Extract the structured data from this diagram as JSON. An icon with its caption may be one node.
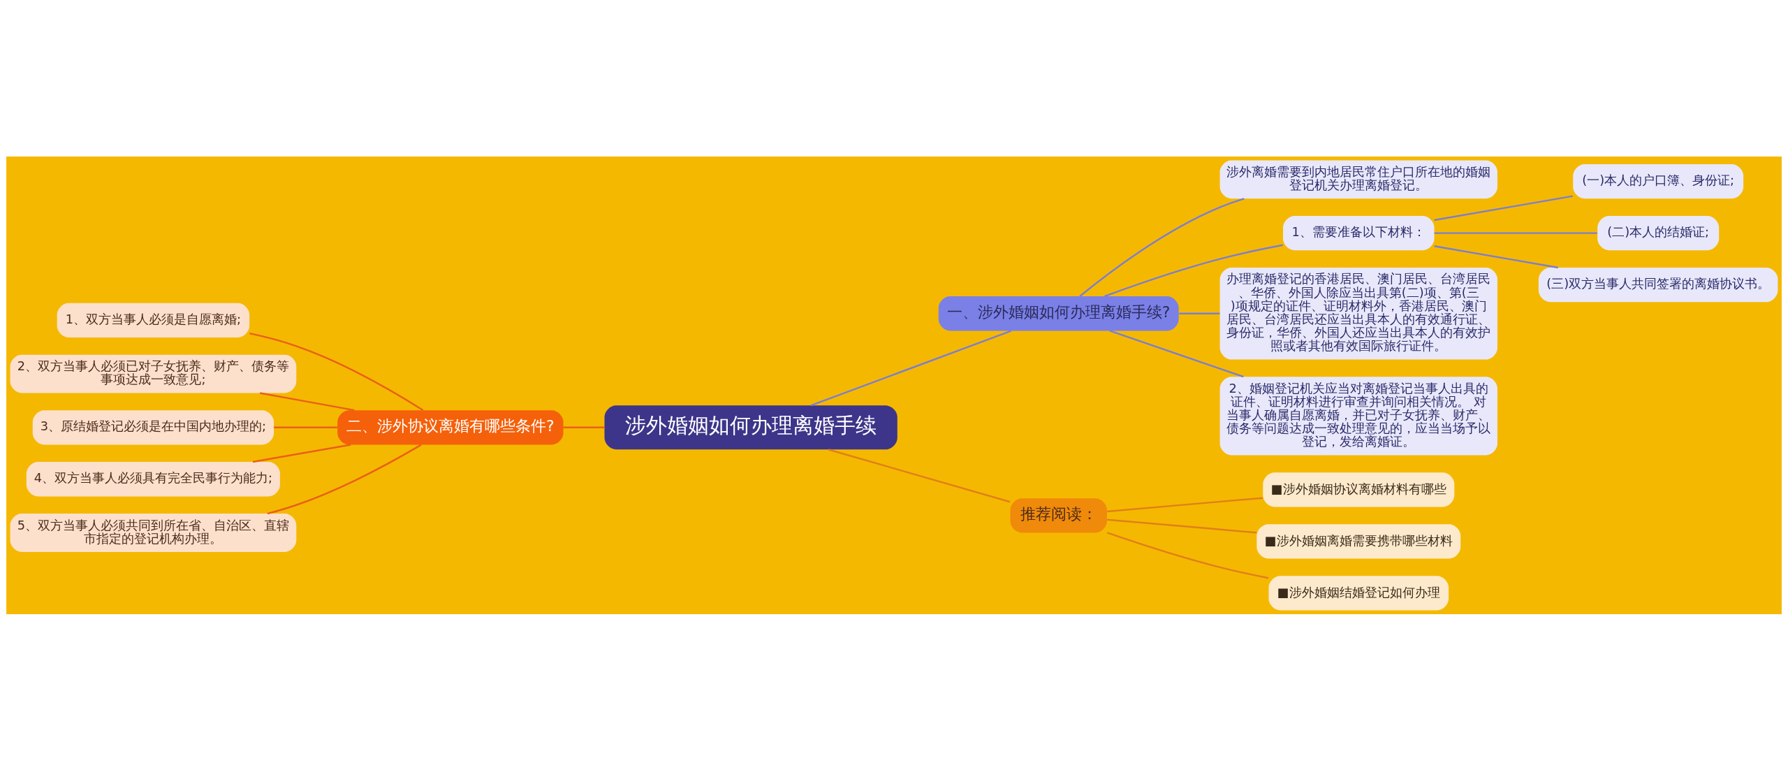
{
  "diagram": {
    "nodes": [
      {
        "text": [
          "涉外婚姻如何办理离婚手续"
        ]
      },
      {
        "text": [
          "一、涉外婚姻如何办理离婚手续?"
        ]
      },
      {
        "text": [
          "涉外离婚需要到内地居民常住户口所在地的婚姻登记机关办理离婚登记。"
        ]
      },
      {
        "text": [
          "1、需要准备以下材料："
        ]
      },
      {
        "text": [
          "(一)本人的户口簿、身份证;"
        ]
      },
      {
        "text": [
          "(二)本人的结婚证;"
        ]
      },
      {
        "text": [
          "(三)双方当事人共同签署的离婚协议书。"
        ]
      },
      {
        "text": [
          "办理离婚登记的香港居民、澳门居民、台湾居民、华侨、外国人除应当出具第(二)项、第(三)项规定的证件、证明材料外，香港居民、澳门居民、台湾居民还应当出具本人的有效通行证、身份证，华侨、外国人还应当出具本人的有效护照或者其他有效国际旅行证件。"
        ]
      },
      {
        "text": [
          "2、婚姻登记机关应当对离婚登记当事人出具的证件、证明材料进行审查并询问相关情况。 对当事人确属自愿离婚，并已对子女抚养、财产、债务等问题达成一致处理意见的，应当当场予以登记，发给离婚证。"
        ]
      },
      {
        "text": [
          "二、涉外协议离婚有哪些条件?"
        ]
      },
      {
        "text": [
          "1、双方当事人必须是自愿离婚;"
        ]
      },
      {
        "text": [
          "2、双方当事人必须已对子女抚养、财产、债务等事项达成一致意见;"
        ]
      },
      {
        "text": [
          "3、原结婚登记必须是在中国内地办理的;"
        ]
      },
      {
        "text": [
          "4、双方当事人必须具有完全民事行为能力;"
        ]
      },
      {
        "text": [
          "5、双方当事人必须共同到所在省、自治区、直辖市指定的登记机构办理。"
        ]
      },
      {
        "text": [
          "推荐阅读："
        ]
      },
      {
        "text": [
          "■涉外婚姻协议离婚材料有哪些"
        ]
      },
      {
        "text": [
          "■涉外婚姻离婚需要携带哪些材料"
        ]
      },
      {
        "text": [
          "■涉外婚姻结婚登记如何办理"
        ]
      }
    ],
    "edges": [
      {
        "from": 0,
        "to": 1,
        "arrow": "none"
      },
      {
        "from": 1,
        "to": 2,
        "arrow": "none"
      },
      {
        "from": 1,
        "to": 3,
        "arrow": "none"
      },
      {
        "from": 3,
        "to": 4,
        "arrow": "none"
      },
      {
        "from": 3,
        "to": 5,
        "arrow": "none"
      },
      {
        "from": 3,
        "to": 6,
        "arrow": "none"
      },
      {
        "from": 1,
        "to": 7,
        "arrow": "none"
      },
      {
        "from": 1,
        "to": 8,
        "arrow": "none"
      },
      {
        "from": 9,
        "to": 0,
        "arrow": "none",
        "color": "#e8601a"
      },
      {
        "from": 10,
        "to": 9,
        "arrow": "none",
        "color": "#e8601a"
      },
      {
        "from": 11,
        "to": 9,
        "arrow": "none",
        "color": "#e8601a"
      },
      {
        "from": 12,
        "to": 9,
        "arrow": "none",
        "color": "#e8601a"
      },
      {
        "from": 13,
        "to": 9,
        "arrow": "none",
        "color": "#e8601a"
      },
      {
        "from": 14,
        "to": 9,
        "arrow": "none",
        "color": "#e8601a"
      },
      {
        "from": 0,
        "to": 15,
        "arrow": "none",
        "color": "#e0801a"
      },
      {
        "from": 15,
        "to": 16,
        "arrow": "none",
        "color": "#e0801a"
      },
      {
        "from": 15,
        "to": 17,
        "arrow": "none",
        "color": "#e0801a"
      },
      {
        "from": 15,
        "to": 18,
        "arrow": "none",
        "color": "#e0801a"
      }
    ]
  }
}
